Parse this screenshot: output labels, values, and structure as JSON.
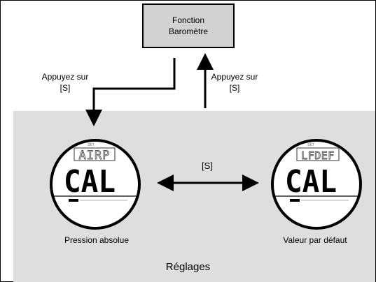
{
  "top_box": {
    "line1": "Fonction",
    "line2": "Baromètre"
  },
  "left_arrow_label": {
    "line1": "Appuyez sur",
    "line2": "[S]"
  },
  "right_arrow_label": {
    "line1": "Appuyez sur",
    "line2": "[S]"
  },
  "middle_label": "[S]",
  "left_watch": {
    "top_text": "AIRP",
    "main_text": "CAL",
    "caption": "Pression absolue"
  },
  "right_watch": {
    "top_text": "LFDEF",
    "main_text": "CAL",
    "caption": "Valeur par défaut"
  },
  "section_title": "Réglages",
  "colors": {
    "panel": "#dedede",
    "box": "#d2d2d2"
  }
}
